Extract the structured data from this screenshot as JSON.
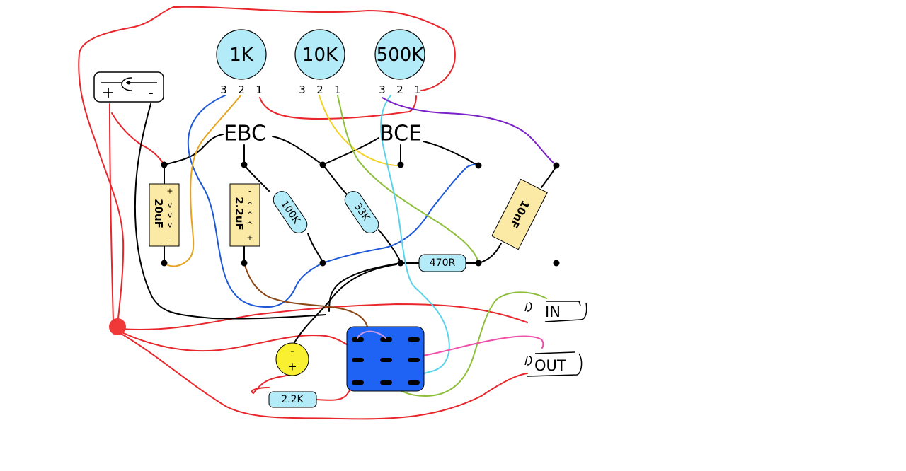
{
  "potentiometers": [
    {
      "value": "1K",
      "pins": [
        "3",
        "2",
        "1"
      ]
    },
    {
      "value": "10K",
      "pins": [
        "3",
        "2",
        "1"
      ]
    },
    {
      "value": "500K",
      "pins": [
        "3",
        "2",
        "1"
      ]
    }
  ],
  "transistors": [
    {
      "pinout": "EBC"
    },
    {
      "pinout": "BCE"
    }
  ],
  "resistors": [
    {
      "value": "100K"
    },
    {
      "value": "33K"
    },
    {
      "value": "470R"
    },
    {
      "value": "2.2K"
    }
  ],
  "capacitors": [
    {
      "value": "20uF",
      "polarity_top": "+",
      "polarity_bottom": "-",
      "arrows": "v\nv\nv"
    },
    {
      "value": "2.2uF",
      "polarity_top": "-",
      "polarity_bottom": "+",
      "arrows": "^\n^\n^"
    },
    {
      "value": "10nF"
    }
  ],
  "led": {
    "minus": "-",
    "plus": "+"
  },
  "dc_jack": {
    "plus": "+",
    "minus": "-"
  },
  "ports": {
    "in_label": "IN",
    "out_label": "OUT"
  },
  "colors": {
    "power_wire": "#e8262b",
    "ground_wire": "#000000",
    "pot_fill": "#b3ecf8",
    "cap_fill": "#fbe9a6",
    "footswitch": "#1f63f5",
    "led": "#f8f030",
    "junction": "#f03838"
  }
}
